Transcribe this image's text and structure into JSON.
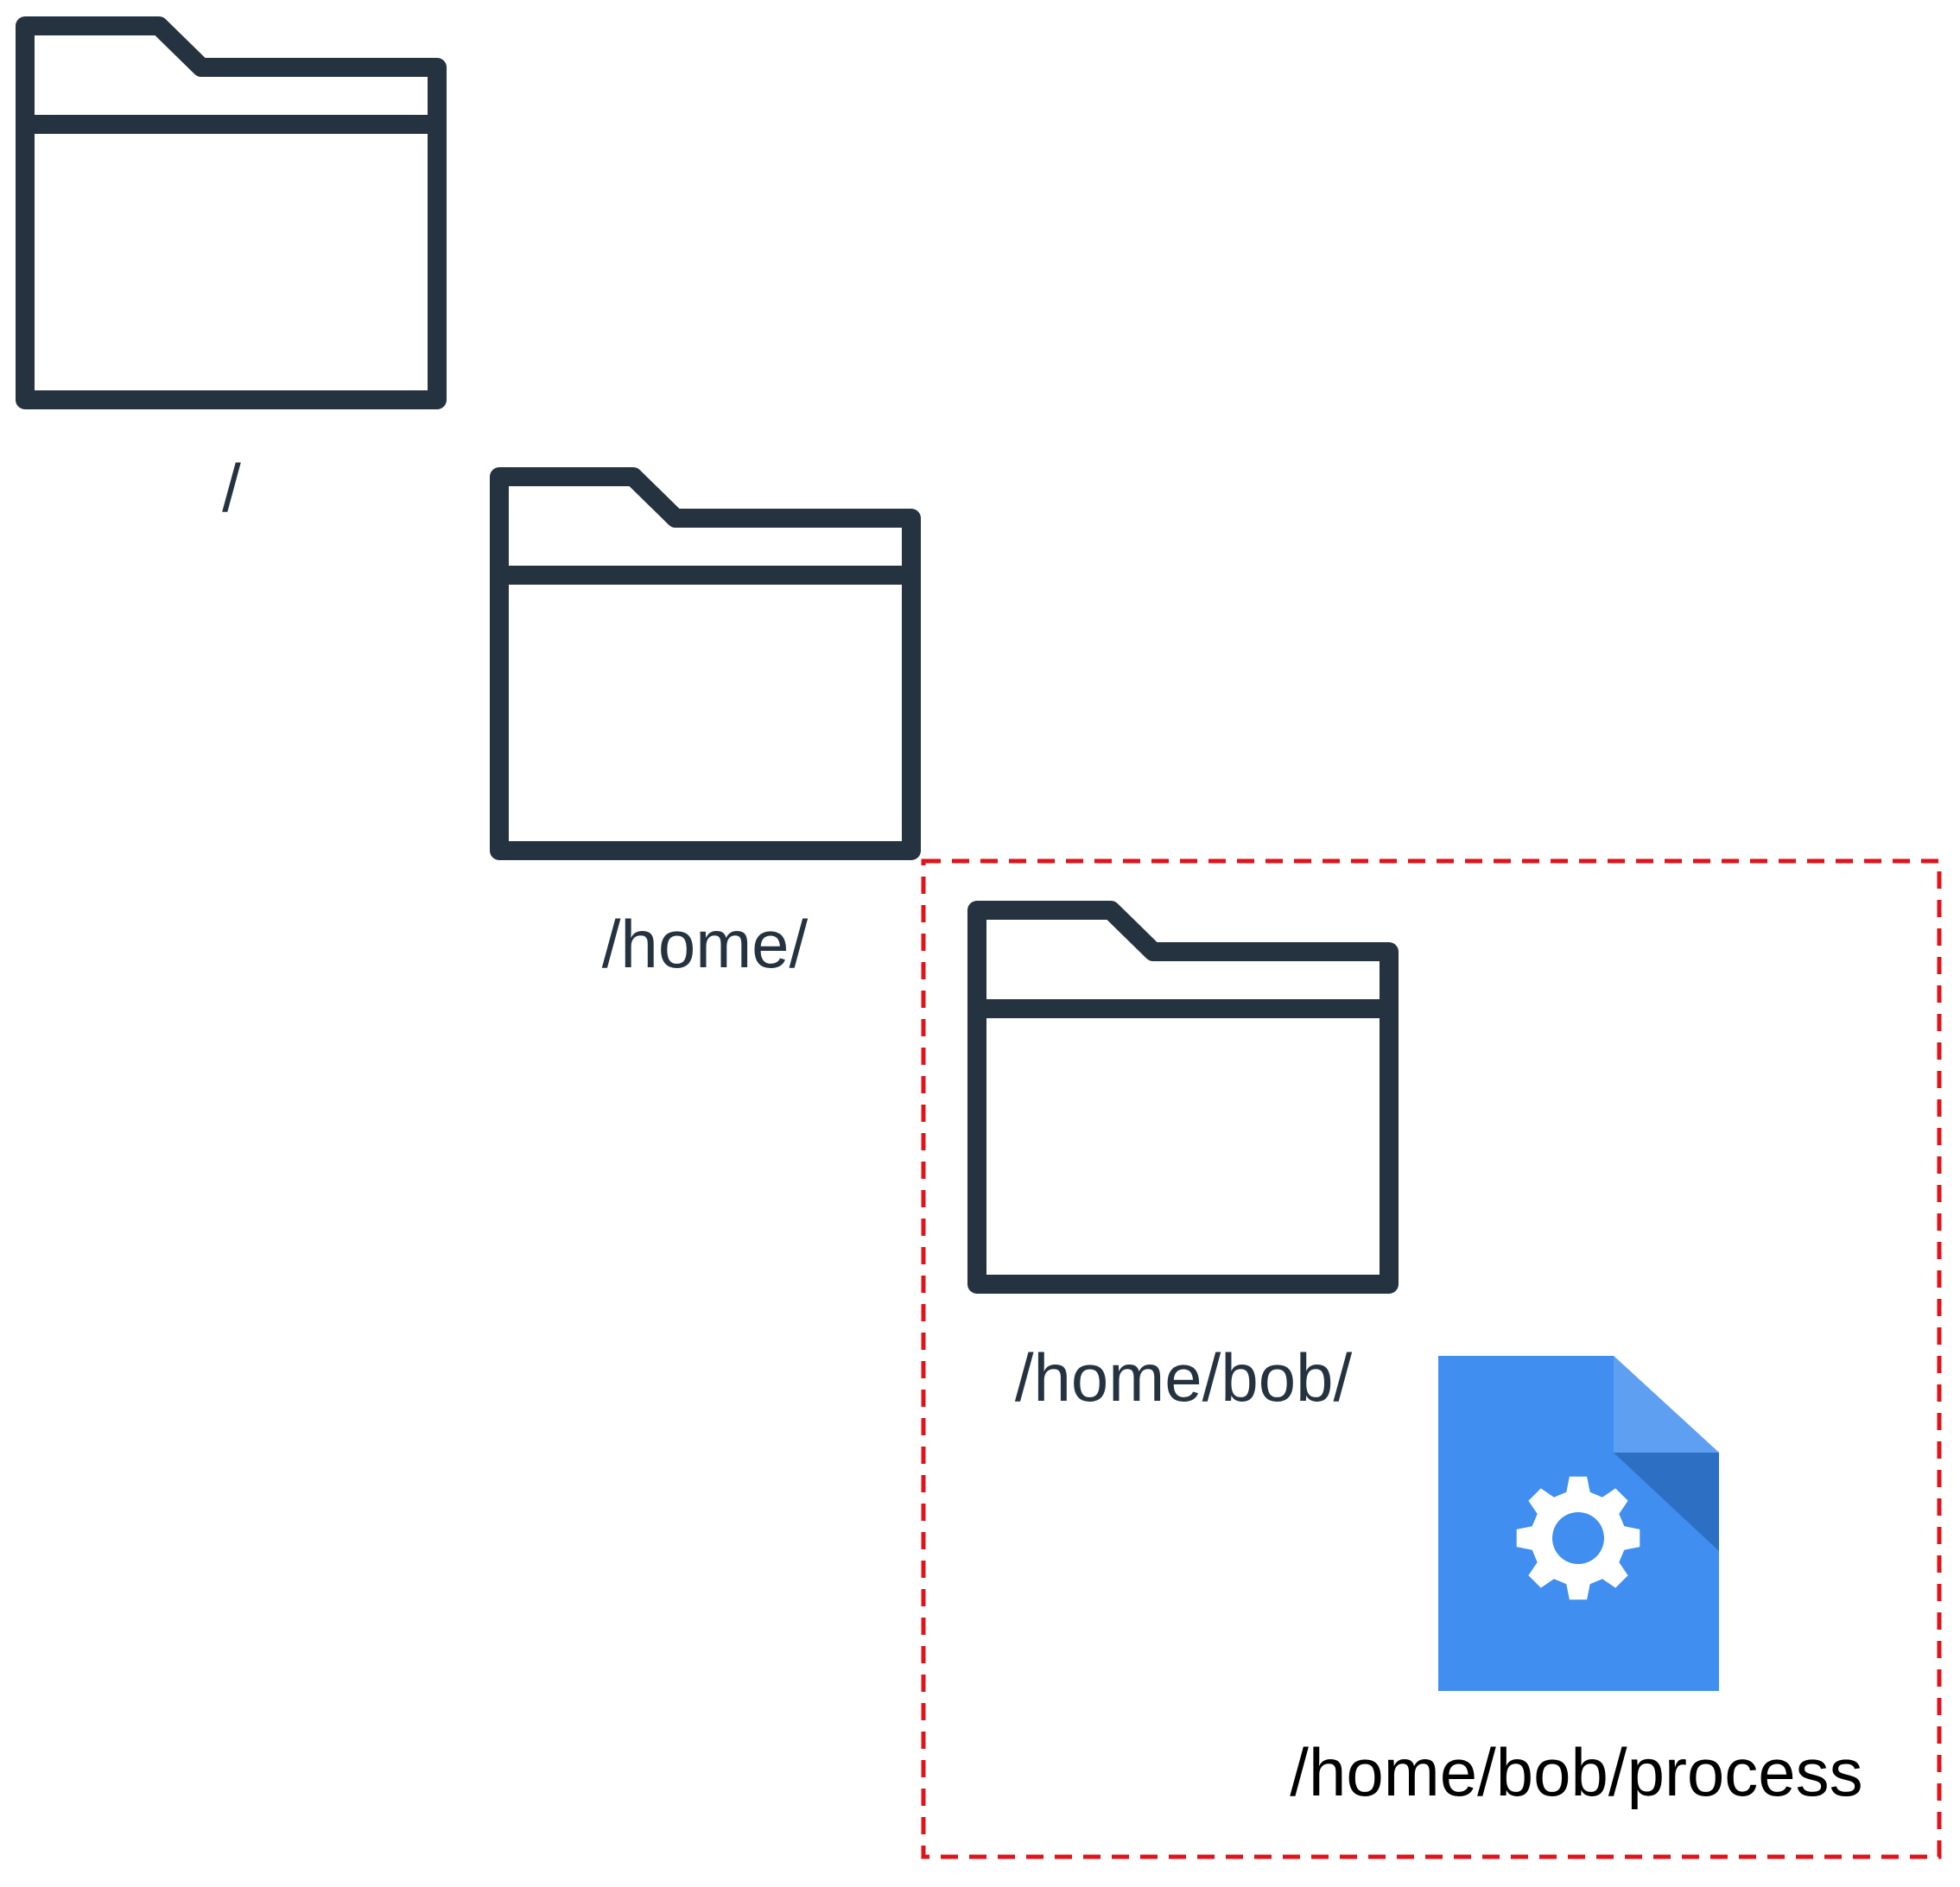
{
  "folders": [
    {
      "id": "root",
      "label": "/",
      "icon": "folder-icon"
    },
    {
      "id": "home",
      "label": "/home/",
      "icon": "folder-icon"
    },
    {
      "id": "home-bob",
      "label": "/home/bob/",
      "icon": "folder-icon"
    }
  ],
  "process_file": {
    "label": "/home/bob/process",
    "icon": "gear-file-icon"
  },
  "colors": {
    "folder_stroke": "#253341",
    "folder_label": "#253341",
    "file_blue": "#3f8ef0",
    "file_fold_light": "#5f9ff2",
    "file_fold_dark": "#2c6fc3",
    "gear": "#ffffff",
    "file_label": "#000000",
    "highlight_box": "#e0131a"
  }
}
